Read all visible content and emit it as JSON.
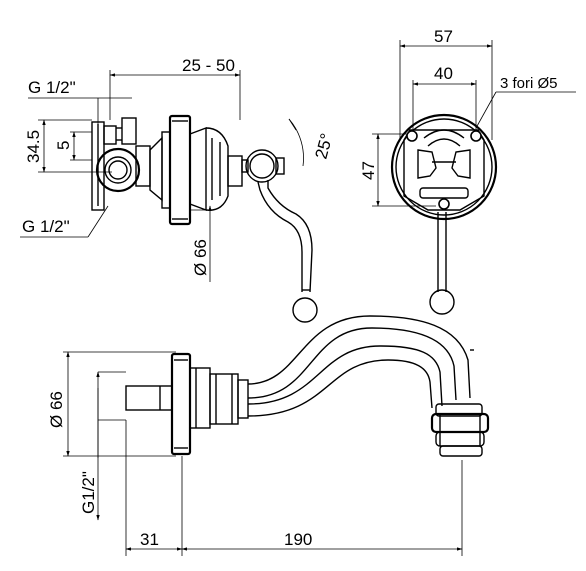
{
  "labels": {
    "g_half_top": "G 1/2\"",
    "range_25_50": "25 - 50",
    "d_34_5": "34.5",
    "d_5": "5",
    "angle_25": "25°",
    "g_half_bottom": "G 1/2\"",
    "dia_66_top": "Ø 66",
    "d_57": "57",
    "d_40": "40",
    "holes": "3 fori Ø5",
    "d_47": "47",
    "dia_66_bottom": "Ø 66",
    "g_half_spout": "G1/2\"",
    "d_31": "31",
    "d_190": "190"
  }
}
